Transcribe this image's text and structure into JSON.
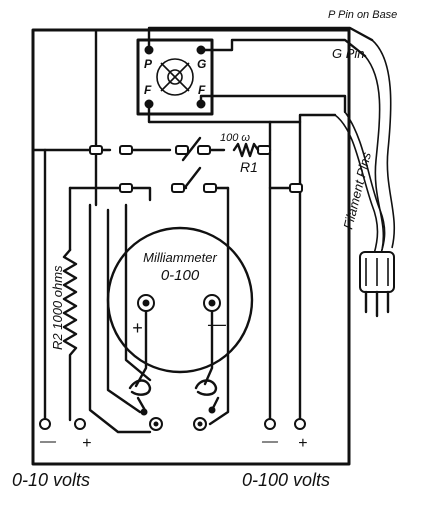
{
  "diagram": {
    "labels": {
      "p_pin_on_base": "P Pin on Base",
      "g_pin": "G Pin",
      "filament_pins": "Filament Pins",
      "r1_value": "100 ω",
      "r1_name": "R1",
      "r2": "R2 1000 ohms",
      "meter_title": "Milliammeter",
      "meter_range": "0-100",
      "meter_plus": "+",
      "meter_minus": "—",
      "scale_10v": "0-10 volts",
      "scale_100v": "0-100 volts"
    },
    "socket_pins": {
      "p": "P",
      "g": "G",
      "f_left": "F",
      "f_right": "F"
    },
    "terminals": [
      {
        "name": "10v-negative",
        "symbol": "—"
      },
      {
        "name": "10v-positive",
        "symbol": "+"
      },
      {
        "name": "100v-negative",
        "symbol": "—"
      },
      {
        "name": "100v-positive",
        "symbol": "+"
      }
    ]
  }
}
